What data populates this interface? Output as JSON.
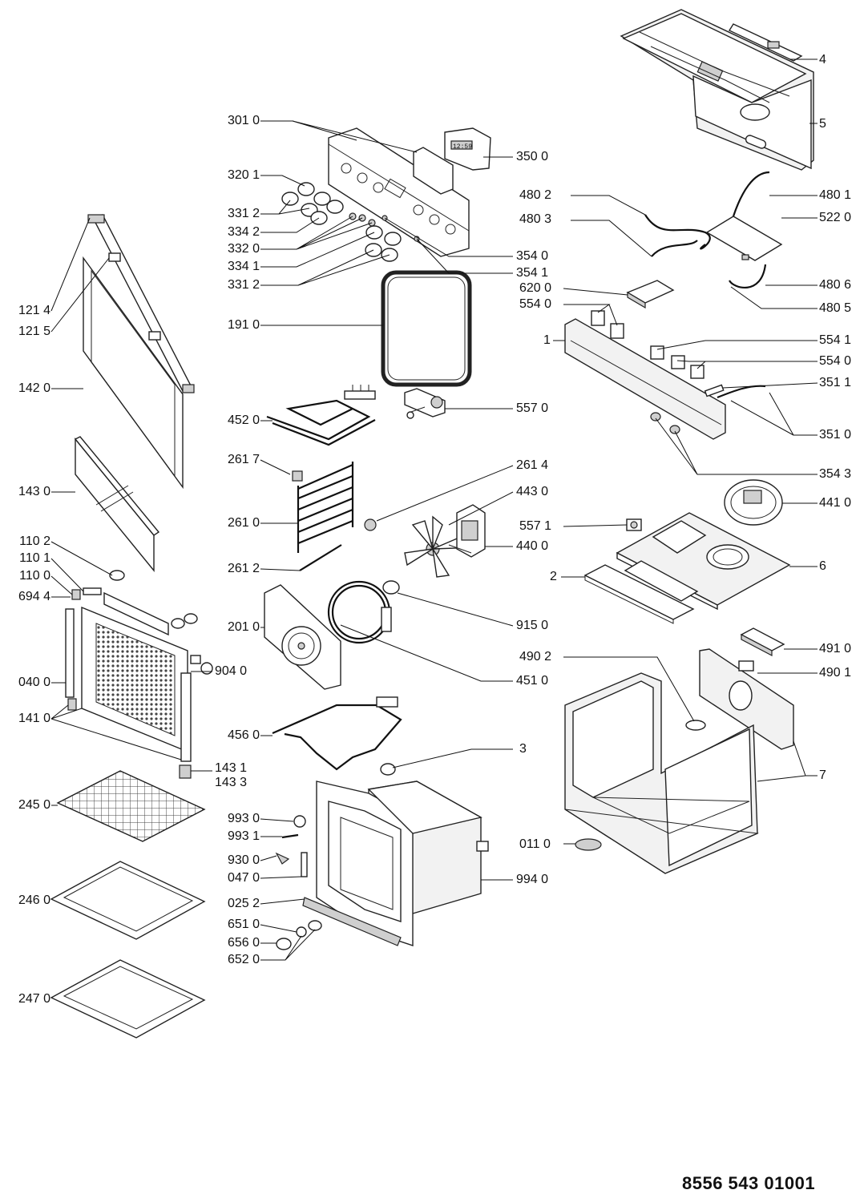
{
  "document_number": "8556 543 01001",
  "callouts": [
    {
      "id": "c4",
      "text": "4"
    },
    {
      "id": "c5",
      "text": "5"
    },
    {
      "id": "c3010",
      "text": "301 0"
    },
    {
      "id": "c3500",
      "text": "350 0"
    },
    {
      "id": "c3201",
      "text": "320 1"
    },
    {
      "id": "c4802",
      "text": "480 2"
    },
    {
      "id": "c4801",
      "text": "480 1"
    },
    {
      "id": "c3312a",
      "text": "331 2"
    },
    {
      "id": "c4803",
      "text": "480 3"
    },
    {
      "id": "c5220",
      "text": "522 0"
    },
    {
      "id": "c3342",
      "text": "334 2"
    },
    {
      "id": "c3320",
      "text": "332 0"
    },
    {
      "id": "c3540",
      "text": "354 0"
    },
    {
      "id": "c3341",
      "text": "334 1"
    },
    {
      "id": "c3541",
      "text": "354 1"
    },
    {
      "id": "c3312b",
      "text": "331 2"
    },
    {
      "id": "c4806",
      "text": "480 6"
    },
    {
      "id": "c6200",
      "text": "620 0"
    },
    {
      "id": "c4805",
      "text": "480 5"
    },
    {
      "id": "c1214",
      "text": "121 4"
    },
    {
      "id": "c5540a",
      "text": "554 0"
    },
    {
      "id": "c1910",
      "text": "191 0"
    },
    {
      "id": "c1215",
      "text": "121 5"
    },
    {
      "id": "c1",
      "text": "1"
    },
    {
      "id": "c5541",
      "text": "554 1"
    },
    {
      "id": "c5540b",
      "text": "554 0"
    },
    {
      "id": "c1420",
      "text": "142 0"
    },
    {
      "id": "c3511",
      "text": "351 1"
    },
    {
      "id": "c4520",
      "text": "452 0"
    },
    {
      "id": "c5570",
      "text": "557 0"
    },
    {
      "id": "c3510",
      "text": "351 0"
    },
    {
      "id": "c2617",
      "text": "261 7"
    },
    {
      "id": "c2614",
      "text": "261 4"
    },
    {
      "id": "c3543",
      "text": "354 3"
    },
    {
      "id": "c1430",
      "text": "143 0"
    },
    {
      "id": "c4430",
      "text": "443 0"
    },
    {
      "id": "c4410",
      "text": "441 0"
    },
    {
      "id": "c2610",
      "text": "261 0"
    },
    {
      "id": "c5571",
      "text": "557 1"
    },
    {
      "id": "c4400",
      "text": "440 0"
    },
    {
      "id": "c1102",
      "text": "110 2"
    },
    {
      "id": "c1101",
      "text": "110 1"
    },
    {
      "id": "c2612",
      "text": "261 2"
    },
    {
      "id": "c6",
      "text": "6"
    },
    {
      "id": "c1100",
      "text": "110 0"
    },
    {
      "id": "c2",
      "text": "2"
    },
    {
      "id": "c6944",
      "text": "694 4"
    },
    {
      "id": "c2010",
      "text": "201 0"
    },
    {
      "id": "c9150",
      "text": "915 0"
    },
    {
      "id": "c4910",
      "text": "491 0"
    },
    {
      "id": "c4902",
      "text": "490 2"
    },
    {
      "id": "c9040",
      "text": "904 0"
    },
    {
      "id": "c4901",
      "text": "490 1"
    },
    {
      "id": "c0400",
      "text": "040 0"
    },
    {
      "id": "c4510",
      "text": "451 0"
    },
    {
      "id": "c1410",
      "text": "141 0"
    },
    {
      "id": "c4560",
      "text": "456 0"
    },
    {
      "id": "c3",
      "text": "3"
    },
    {
      "id": "c1431",
      "text": "143 1"
    },
    {
      "id": "c7",
      "text": "7"
    },
    {
      "id": "c1433",
      "text": "143 3"
    },
    {
      "id": "c2450",
      "text": "245 0"
    },
    {
      "id": "c9930",
      "text": "993 0"
    },
    {
      "id": "c9931",
      "text": "993 1"
    },
    {
      "id": "c0110",
      "text": "011 0"
    },
    {
      "id": "c9300",
      "text": "930 0"
    },
    {
      "id": "c0470",
      "text": "047 0"
    },
    {
      "id": "c9940",
      "text": "994 0"
    },
    {
      "id": "c2460",
      "text": "246 0"
    },
    {
      "id": "c0252",
      "text": "025 2"
    },
    {
      "id": "c6510",
      "text": "651 0"
    },
    {
      "id": "c6560",
      "text": "656 0"
    },
    {
      "id": "c6520",
      "text": "652 0"
    },
    {
      "id": "c2470",
      "text": "247 0"
    }
  ]
}
